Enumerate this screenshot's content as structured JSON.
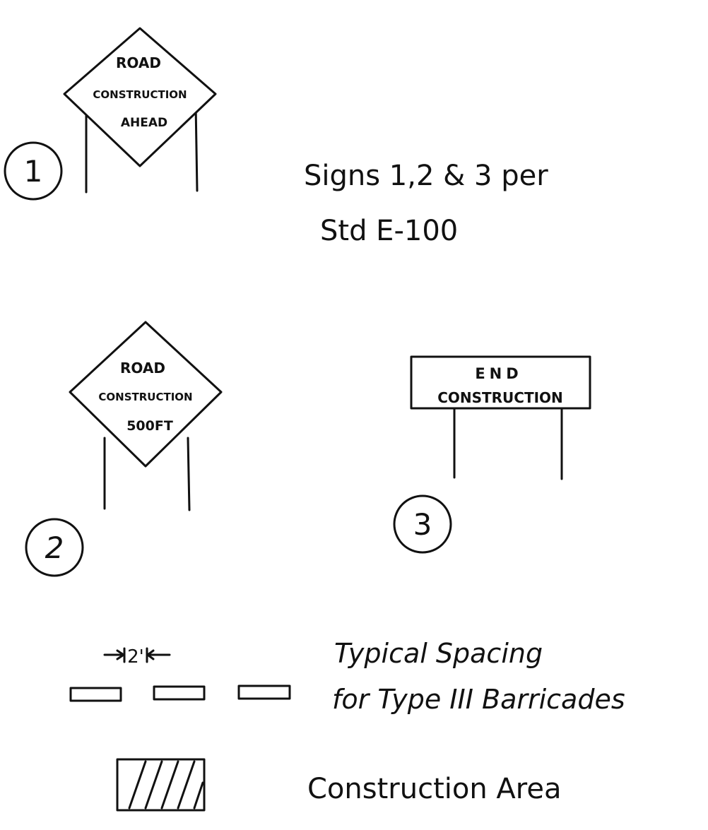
{
  "signs": [
    {
      "number": "1",
      "lines": [
        "ROAD",
        "CONSTRUCTION",
        "AHEAD"
      ]
    },
    {
      "number": "2",
      "lines": [
        "ROAD",
        "CONSTRUCTION",
        "500FT"
      ]
    },
    {
      "number": "3",
      "lines": [
        "END",
        "CONSTRUCTION"
      ]
    }
  ],
  "note": {
    "line1": "Signs 1,2 & 3 per",
    "line2": "Std E-100"
  },
  "legend": {
    "spacing_dimension": "2'",
    "spacing_line1": "Typical Spacing",
    "spacing_line2": "for Type III Barricades",
    "area_label": "Construction Area"
  }
}
